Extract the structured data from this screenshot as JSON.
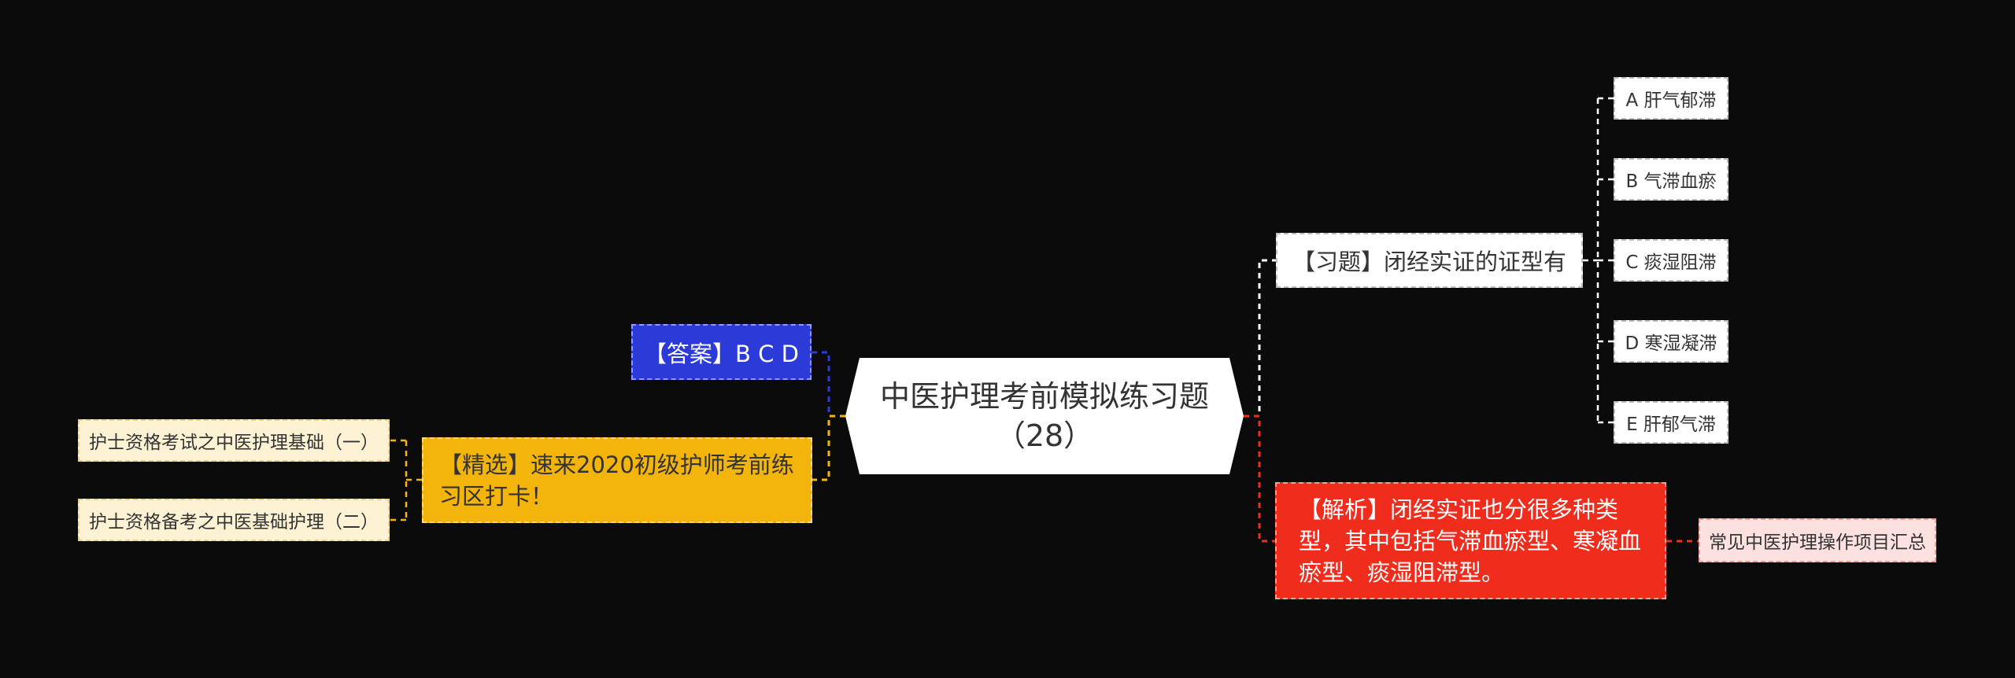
{
  "center": {
    "title": "中医护理考前模拟练习题（28）"
  },
  "question": {
    "text": "【习题】闭经实证的证型有"
  },
  "options": [
    {
      "label": "A 肝气郁滞"
    },
    {
      "label": "B 气滞血瘀"
    },
    {
      "label": "C 痰湿阻滞"
    },
    {
      "label": "D 寒湿凝滞"
    },
    {
      "label": "E 肝郁气滞"
    }
  ],
  "analysis": {
    "text": "【解析】闭经实证也分很多种类型，其中包括气滞血瘀型、寒凝血瘀型、痰湿阻滞型。"
  },
  "summary": {
    "text": "常见中医护理操作项目汇总"
  },
  "answer": {
    "text": "【答案】B C D"
  },
  "featured": {
    "text": "【精选】速来2020初级护师考前练习区打卡！"
  },
  "basics": [
    {
      "label": "护士资格考试之中医护理基础（一）"
    },
    {
      "label": "护士资格备考之中医基础护理（二）"
    }
  ],
  "colors": {
    "background": "#0c0b0c",
    "answer": "#2c3ad8",
    "featured": "#f3b40b",
    "analysis": "#f02c1d",
    "basics": "#fdf3d4",
    "summary": "#fde1e1"
  }
}
